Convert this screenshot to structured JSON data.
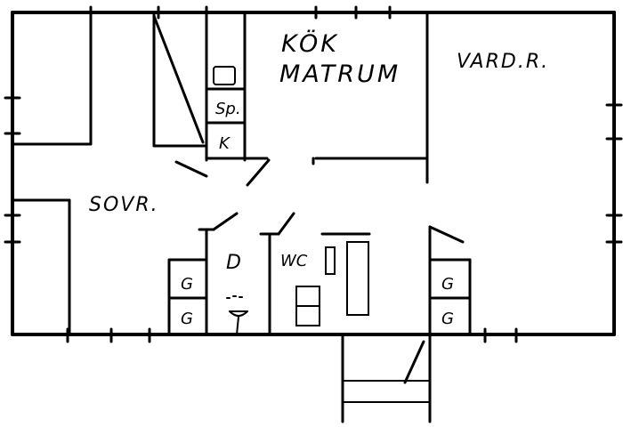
{
  "rooms": {
    "kitchen": "KÖK",
    "dining": "MATRUM",
    "living": "VARD.R.",
    "bedroom": "SOVR.",
    "shower": "D",
    "toilet": "WC"
  },
  "appliances": {
    "sink": "Sp.",
    "fridge": "K"
  },
  "wardrobes": [
    "G",
    "G",
    "G",
    "G"
  ]
}
